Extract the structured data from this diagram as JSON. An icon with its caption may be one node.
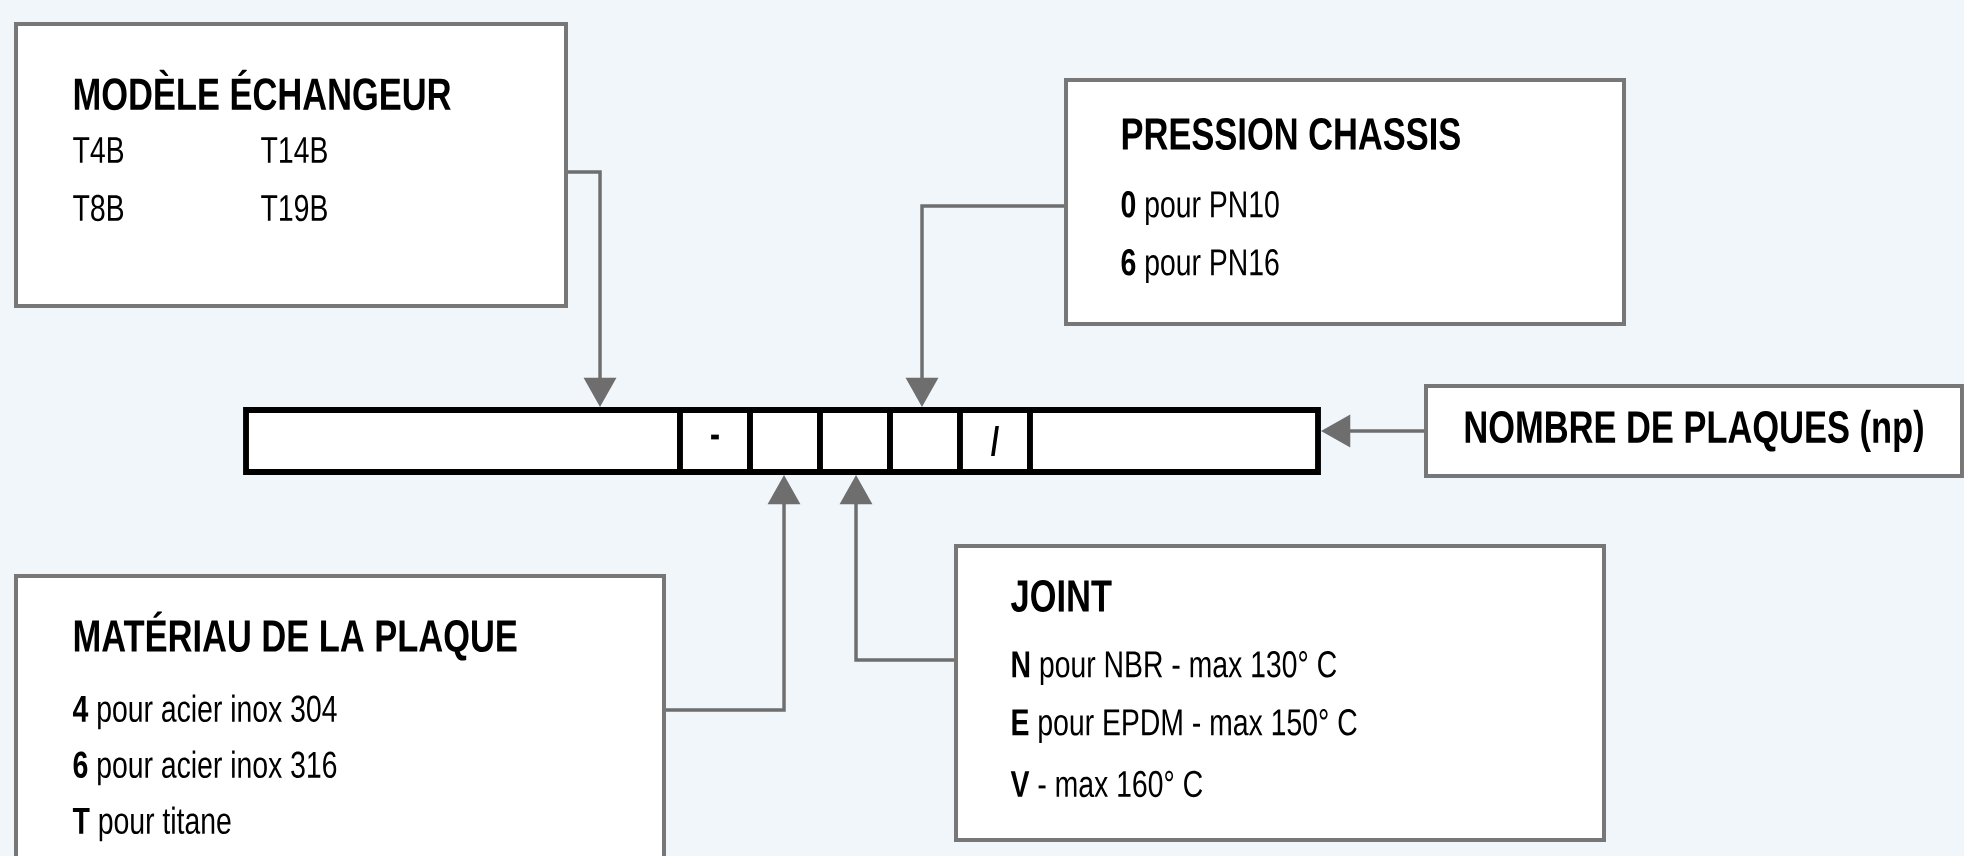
{
  "diagram": {
    "nodes": [
      {
        "text": [
          "MODÈLE ÉCHANGEUR",
          "T4B",
          "T14B",
          "T8B",
          "T19B"
        ]
      },
      {
        "text": [
          "PRESSION CHASSIS",
          "**0** pour PN10",
          "**6** pour PN16"
        ]
      },
      {
        "text": [],
        "shape": "box"
      },
      {
        "text": [
          "-"
        ]
      },
      {
        "text": [],
        "shape": "box"
      },
      {
        "text": [],
        "shape": "box"
      },
      {
        "text": [],
        "shape": "box"
      },
      {
        "text": [
          "/"
        ]
      },
      {
        "text": [],
        "shape": "box"
      },
      {
        "text": [
          "NOMBRE DE PLAQUES (np)"
        ]
      },
      {
        "text": [
          "MATÉRIAU DE LA PLAQUE",
          "**4** pour acier inox 304",
          "**6** pour acier inox 316",
          "**T** pour titane"
        ]
      },
      {
        "text": [
          "JOINT",
          "**N** pour NBR - max 130° C",
          "**E** pour EPDM - max 150° C",
          "**V** - max 160° C"
        ]
      }
    ],
    "edges": [
      {
        "from": 0,
        "to": 2,
        "arrow": "to"
      },
      {
        "from": 1,
        "to": 6,
        "arrow": "to"
      },
      {
        "from": 9,
        "to": 8,
        "arrow": "to"
      },
      {
        "from": 10,
        "to": 4,
        "arrow": "to"
      },
      {
        "from": 11,
        "to": 5,
        "arrow": "to"
      }
    ]
  }
}
